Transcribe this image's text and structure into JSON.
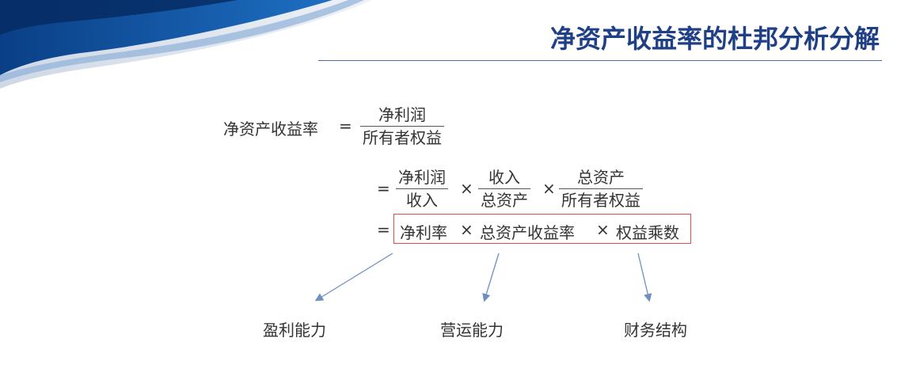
{
  "title": "净资产收益率的杜邦分析分解",
  "formula": {
    "lhs": "净资产收益率",
    "equals": "=",
    "times": "×",
    "line1": {
      "numerator": "净利润",
      "denominator": "所有者权益"
    },
    "line2": [
      {
        "numerator": "净利润",
        "denominator": "收入"
      },
      {
        "numerator": "收入",
        "denominator": "总资产"
      },
      {
        "numerator": "总资产",
        "denominator": "所有者权益"
      }
    ],
    "line3": {
      "term1": "净利率",
      "term2": "总资产收益率",
      "term3": "权益乘数"
    }
  },
  "captions": {
    "left": "盈利能力",
    "middle": "营运能力",
    "right": "财务结构"
  },
  "colors": {
    "title": "#1f3f86",
    "highlight_box": "#d9534f",
    "arrow": "#6f8fc0",
    "banner": "#0b4c93"
  }
}
